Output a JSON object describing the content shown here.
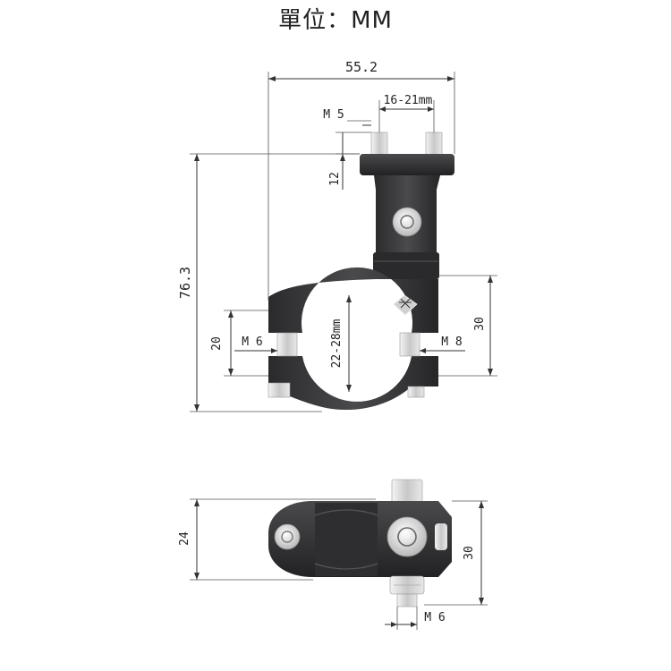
{
  "header": {
    "title": "單位：MM"
  },
  "side_view": {
    "dims": {
      "overall_width": "55.2",
      "clamp_range": "16-21mm",
      "top_bolt": "M 5",
      "top_height": "12",
      "overall_height": "76.3",
      "left_height": "20",
      "left_bolt": "M 6",
      "bore": "22-28mm",
      "right_bolt": "M 8",
      "right_height": "30"
    }
  },
  "bottom_view": {
    "dims": {
      "depth": "24",
      "height": "30",
      "bolt": "M 6"
    }
  },
  "colors": {
    "body": "#3a3a3c",
    "body_dark": "#1f1f21",
    "metal": "#d8d8d8",
    "dimension": "#333333"
  }
}
